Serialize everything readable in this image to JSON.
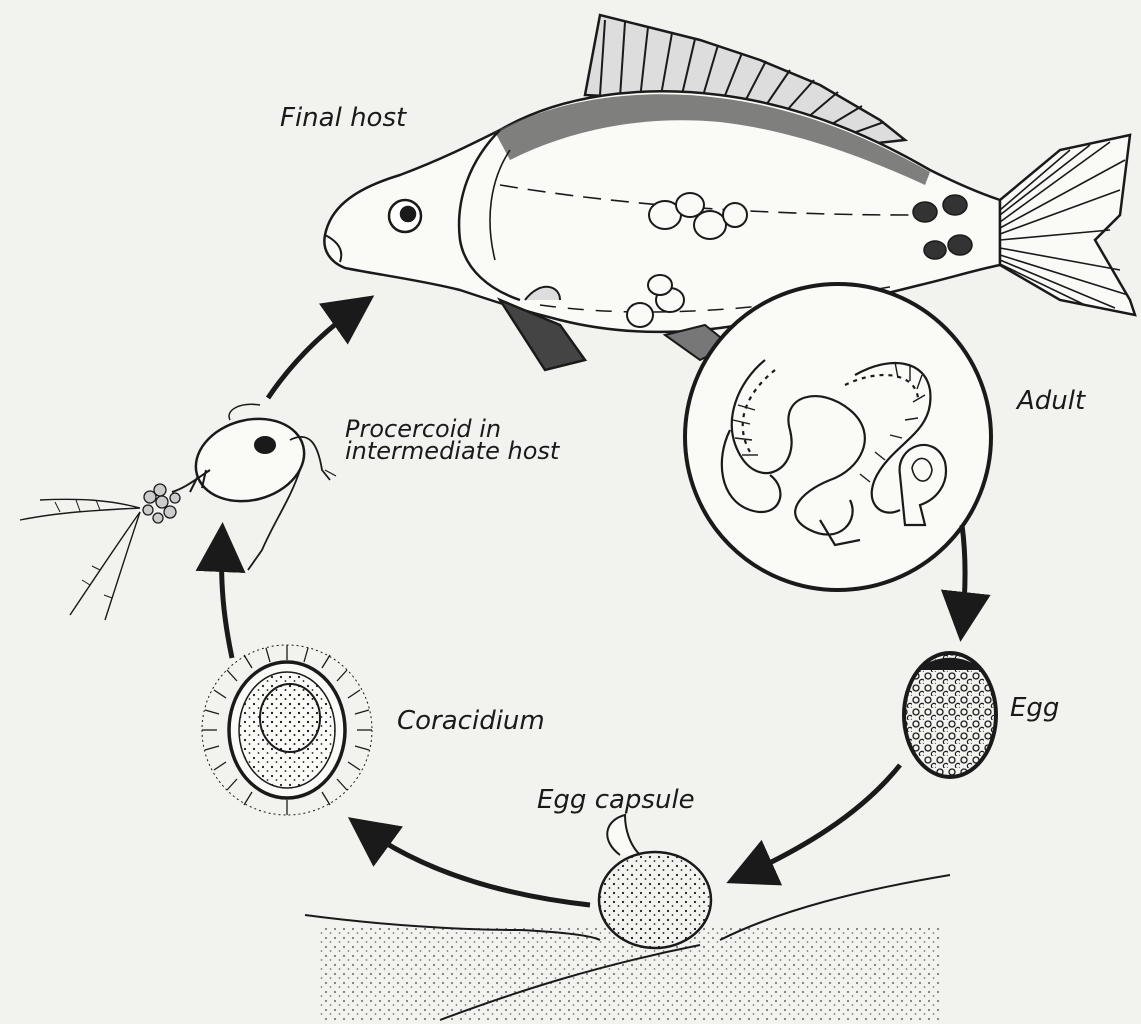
{
  "diagram": {
    "type": "life-cycle",
    "labels": {
      "final_host": "Final host",
      "adult": "Adult",
      "egg": "Egg",
      "egg_capsule": "Egg capsule",
      "coracidium": "Coracidium",
      "procercoid_line1": "Procercoid in",
      "procercoid_line2": "intermediate host"
    },
    "stages": [
      "Final host",
      "Adult",
      "Egg",
      "Egg capsule",
      "Coracidium",
      "Procercoid in intermediate host"
    ],
    "colors": {
      "ink": "#1a1a1a",
      "paper": "#f2f2ee"
    }
  }
}
